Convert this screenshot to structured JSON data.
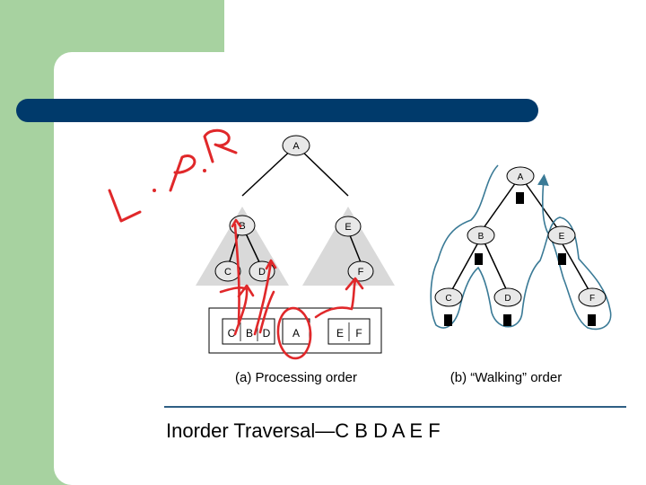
{
  "colors": {
    "green_accent": "#a7d2a0",
    "title_bar": "#003a6b",
    "annotation_red": "#e0282a",
    "tree_shade": "#d9d9d9",
    "node_fill": "#e8e8e8",
    "walk_line": "#3a7a96",
    "rule_line": "#2f5f84"
  },
  "handwriting": {
    "text": "L . P . R"
  },
  "panel_a": {
    "caption": "(a) Processing order",
    "nodes": [
      "A",
      "B",
      "E",
      "C",
      "D",
      "F"
    ],
    "order_cells": [
      "C",
      "B",
      "D",
      "A",
      "E",
      "F"
    ]
  },
  "panel_b": {
    "caption": "(b) “Walking” order",
    "nodes": [
      "A",
      "B",
      "E",
      "C",
      "D",
      "F"
    ]
  },
  "footer": {
    "text": "Inorder Traversal—C B D A E F"
  }
}
